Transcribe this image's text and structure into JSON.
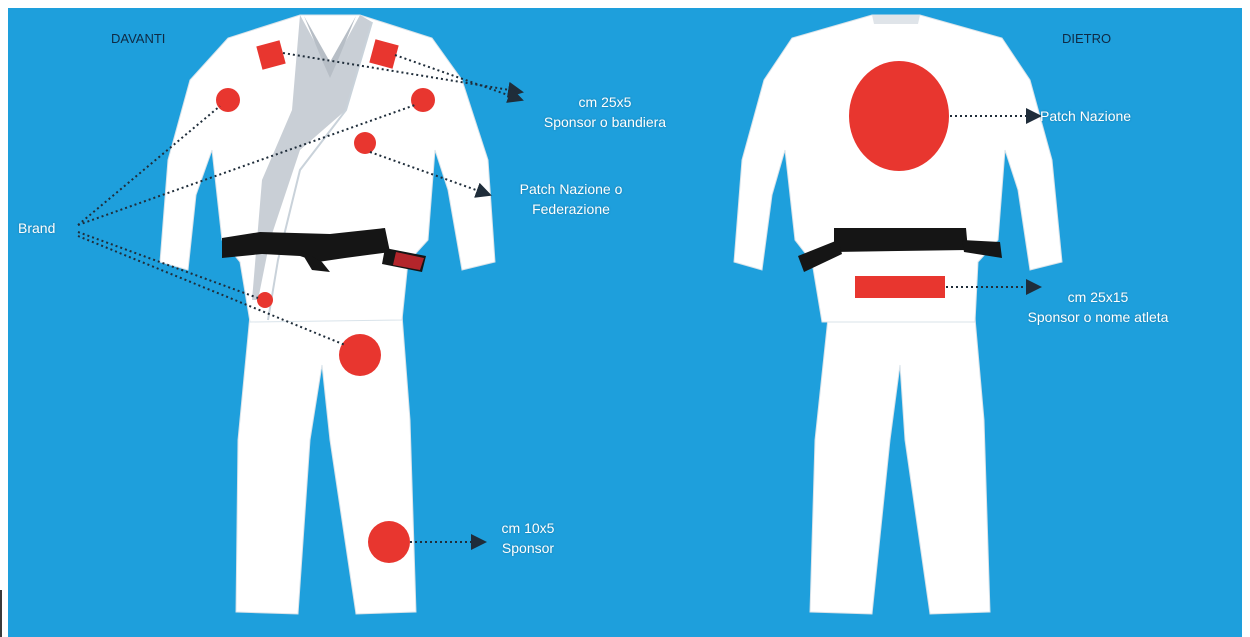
{
  "colors": {
    "background": "#1e9fdc",
    "gi": "#ffffff",
    "patch": "#e8362f",
    "belt": "#151515",
    "line": "#1f2d3a"
  },
  "front": {
    "title": "DAVANTI",
    "labels": {
      "shoulder_line1": "cm 25x5",
      "shoulder_line2": "Sponsor o bandiera",
      "chest_line1": "Patch Nazione o",
      "chest_line2": "Federazione",
      "brand": "Brand",
      "leg_line1": "cm 10x5",
      "leg_line2": "Sponsor"
    }
  },
  "back": {
    "title": "DIETRO",
    "labels": {
      "back_patch": "Patch Nazione",
      "waist_line1": "cm 25x15",
      "waist_line2": "Sponsor o nome atleta"
    }
  }
}
